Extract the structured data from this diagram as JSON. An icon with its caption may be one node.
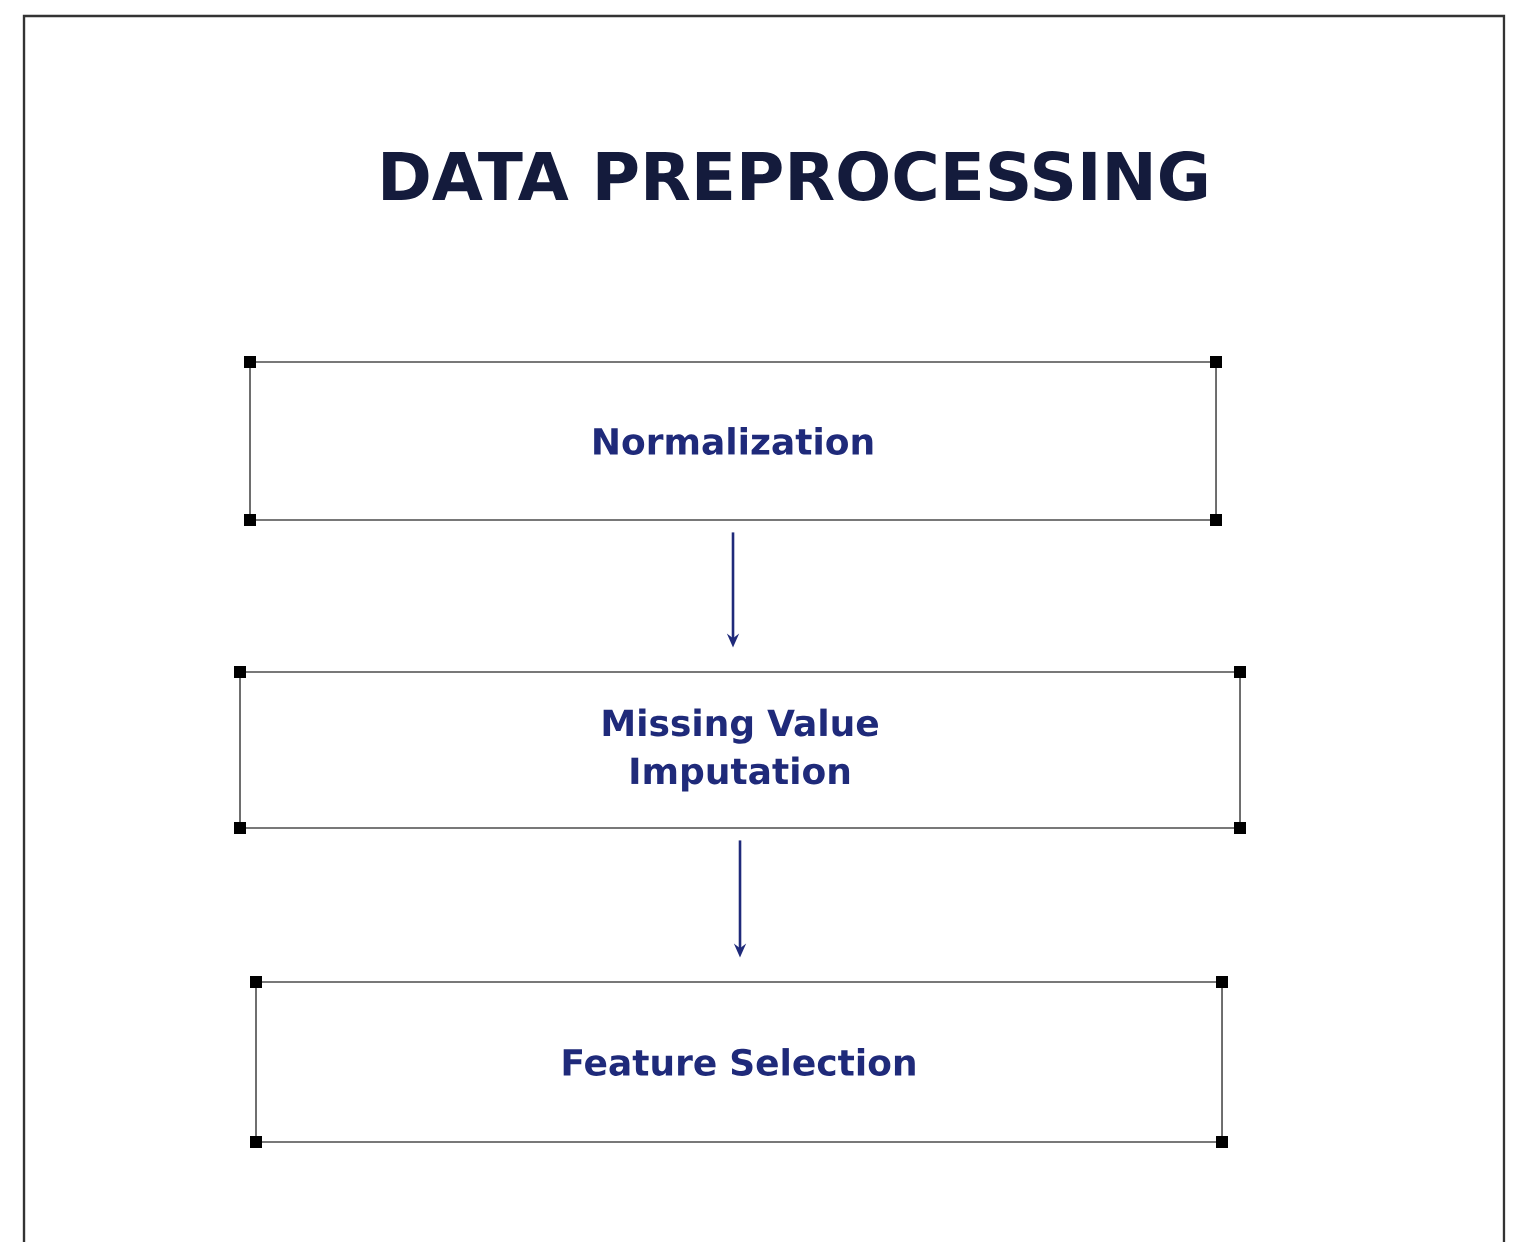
{
  "diagram": {
    "title": "DATA PREPROCESSING",
    "nodes": [
      {
        "text": [
          "Normalization"
        ]
      },
      {
        "text": [
          "Missing Value Imputation"
        ]
      },
      {
        "text": [
          "Feature Selection"
        ]
      }
    ],
    "edges": [
      {
        "from": 0,
        "to": 1,
        "arrow": "to"
      },
      {
        "from": 1,
        "to": 2,
        "arrow": "to"
      }
    ]
  }
}
